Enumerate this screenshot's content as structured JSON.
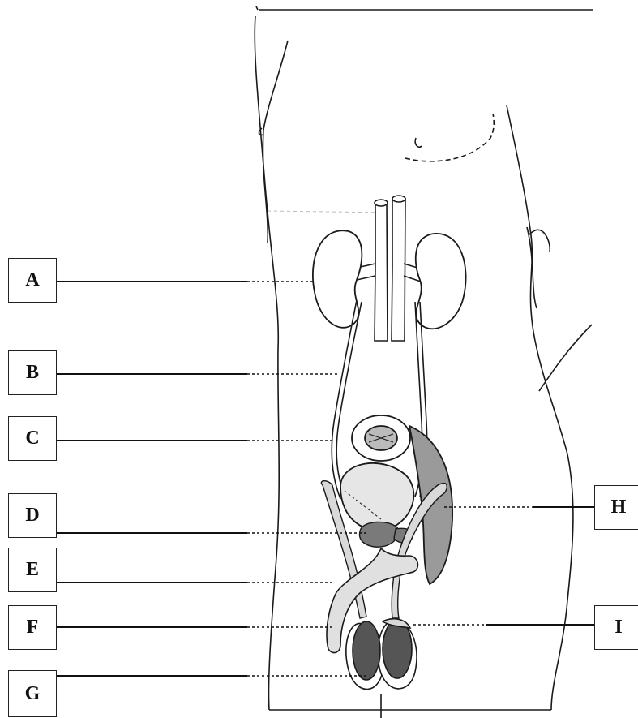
{
  "labels": {
    "a": "A",
    "b": "B",
    "c": "C",
    "d": "D",
    "e": "E",
    "f": "F",
    "g": "G",
    "h": "H",
    "i": "I"
  },
  "colors": {
    "outline": "#1a1a1a",
    "gland_fill": "#7a7a7a",
    "testis_fill": "#555555",
    "duct_fill": "#d9d9d9"
  }
}
